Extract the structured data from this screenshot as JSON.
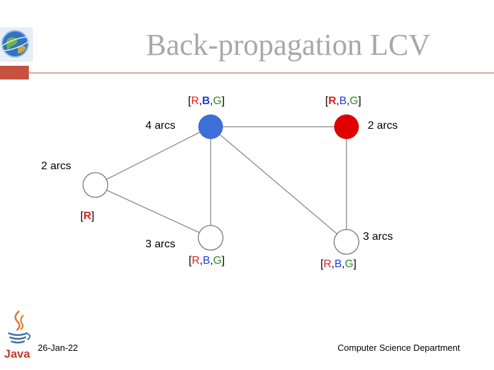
{
  "slide": {
    "title": "Back-propagation  LCV"
  },
  "graph": {
    "nodes": [
      {
        "id": "top-left",
        "color": "#3d6fd6",
        "arcs_label": "4 arcs",
        "domain": [
          "R",
          "B",
          "G"
        ],
        "highlight": "B"
      },
      {
        "id": "top-right",
        "color": "#e00000",
        "arcs_label": "2 arcs",
        "domain": [
          "R",
          "B",
          "G"
        ],
        "highlight": "R"
      },
      {
        "id": "left",
        "color": "#ffffff",
        "arcs_label": "2 arcs",
        "domain": [
          "R"
        ],
        "highlight": "R"
      },
      {
        "id": "bottom-left",
        "color": "#ffffff",
        "arcs_label": "3 arcs",
        "domain": [
          "R",
          "B",
          "G"
        ],
        "highlight": ""
      },
      {
        "id": "bottom-right",
        "color": "#ffffff",
        "arcs_label": "3 arcs",
        "domain": [
          "R",
          "B",
          "G"
        ],
        "highlight": ""
      }
    ],
    "edges": [
      [
        "top-left",
        "top-right"
      ],
      [
        "top-left",
        "left"
      ],
      [
        "top-left",
        "bottom-left"
      ],
      [
        "top-left",
        "bottom-right"
      ],
      [
        "top-right",
        "bottom-right"
      ],
      [
        "left",
        "bottom-left"
      ]
    ]
  },
  "footer": {
    "date": "26-Jan-22",
    "department": "Computer Science Department",
    "java_text": "Java"
  },
  "colors": {
    "accent": "#c7513f",
    "title": "#a8a8a8",
    "red": "#e0201c",
    "blue": "#1f3bd6",
    "green": "#2a8a2a"
  }
}
